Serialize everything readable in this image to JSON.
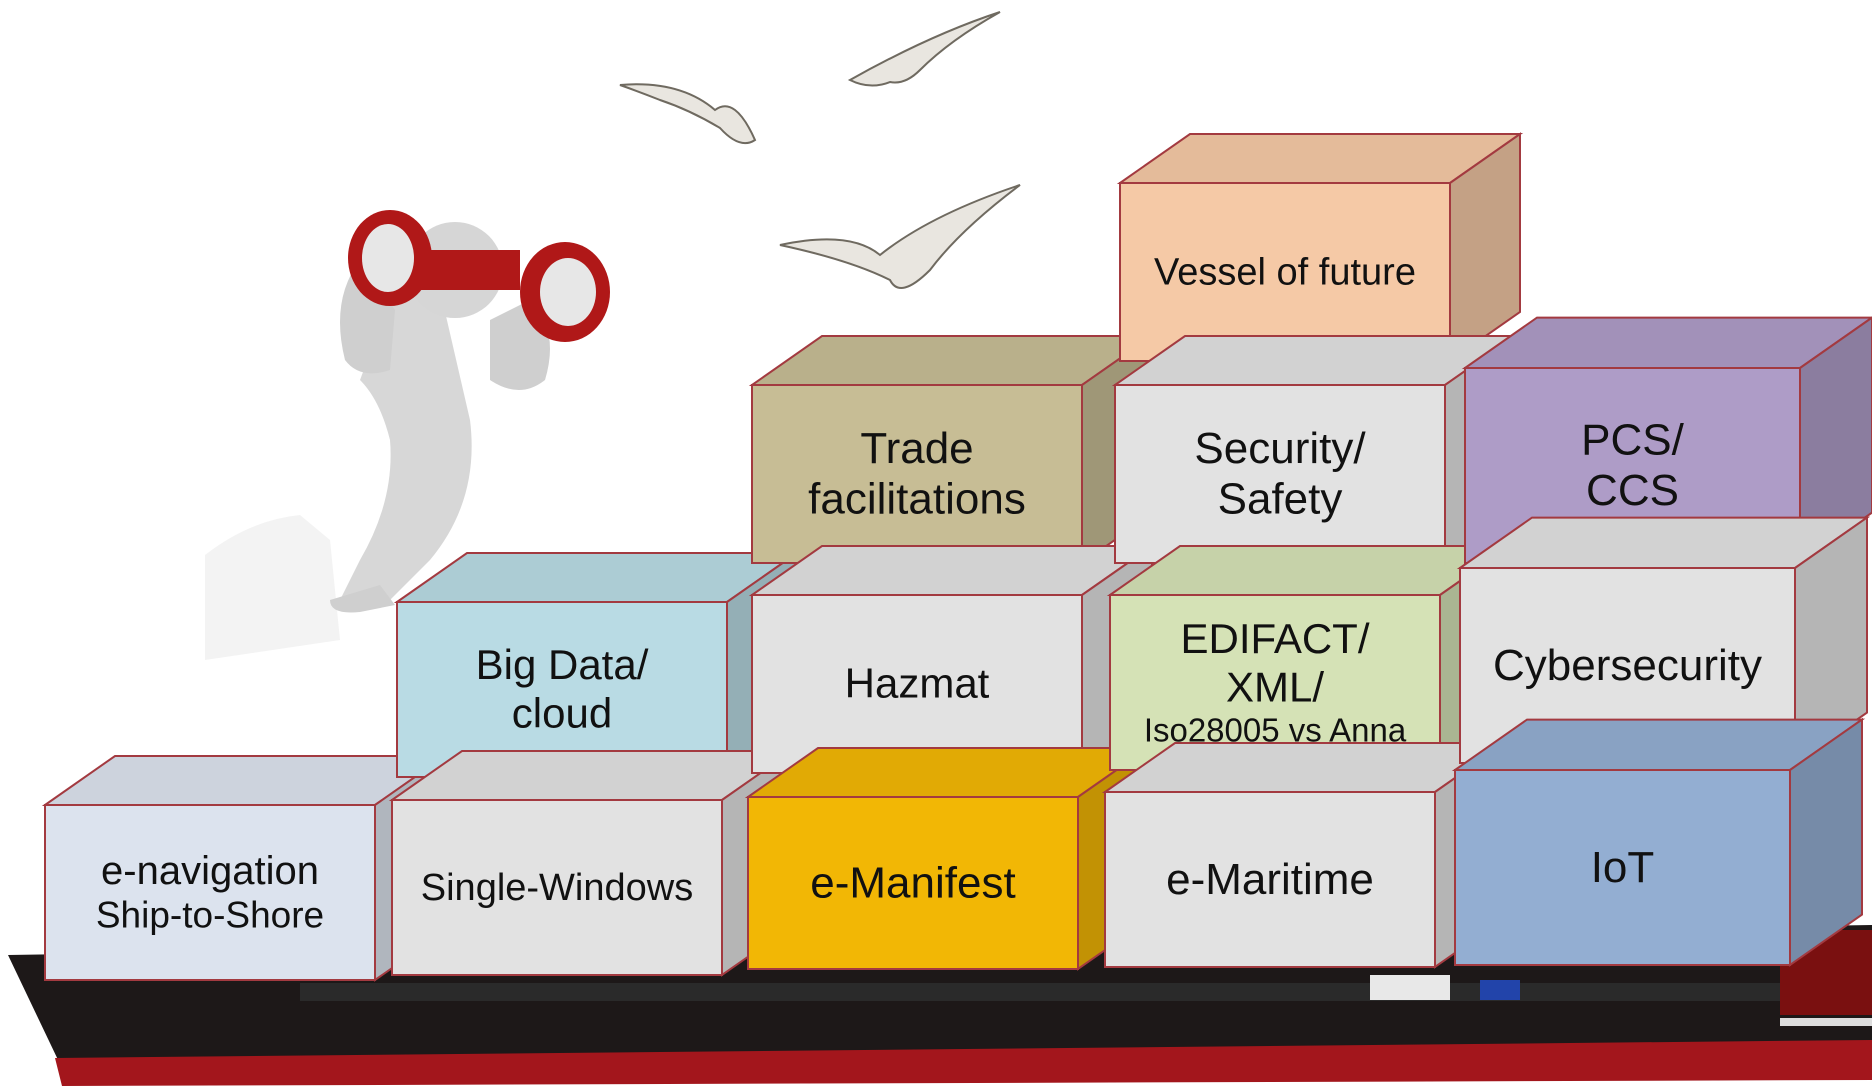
{
  "boxes": [
    {
      "id": "e-navigation",
      "lines": [
        "e-navigation",
        "Ship-to-Shore"
      ],
      "color": "#dce3ee"
    },
    {
      "id": "single-windows",
      "lines": [
        "Single-Windows"
      ],
      "color": "#e2e2e2"
    },
    {
      "id": "big-data",
      "lines": [
        "Big Data/",
        "cloud"
      ],
      "color": "#b9dbe4"
    },
    {
      "id": "e-manifest",
      "lines": [
        "e-Manifest"
      ],
      "color": "#f2b705"
    },
    {
      "id": "hazmat",
      "lines": [
        "Hazmat"
      ],
      "color": "#e2e2e2"
    },
    {
      "id": "trade-facilitations",
      "lines": [
        "Trade",
        "facilitations"
      ],
      "color": "#c7bd95"
    },
    {
      "id": "e-maritime",
      "lines": [
        "e-Maritime"
      ],
      "color": "#e2e2e2"
    },
    {
      "id": "edifact",
      "lines": [
        "EDIFACT/",
        "XML/",
        "Iso28005 vs Anna"
      ],
      "color": "#d5e2b6"
    },
    {
      "id": "security-safety",
      "lines": [
        "Security/",
        "Safety"
      ],
      "color": "#e2e2e2"
    },
    {
      "id": "vessel-of-future",
      "lines": [
        "Vessel of future"
      ],
      "color": "#f5c9a6"
    },
    {
      "id": "iot",
      "lines": [
        "IoT"
      ],
      "color": "#93aed2"
    },
    {
      "id": "cybersecurity",
      "lines": [
        "Cybersecurity"
      ],
      "color": "#e2e2e2"
    },
    {
      "id": "pcs-ccs",
      "lines": [
        "PCS/",
        "CCS"
      ],
      "color": "#ae9cc7"
    }
  ],
  "illustration": {
    "person": "person-with-binoculars-icon",
    "birds": "seagull-icon",
    "ship": "container-ship-hull"
  },
  "colors": {
    "hull_dark": "#1a1616",
    "hull_red": "#a3161c",
    "binocular_red": "#b01818"
  }
}
